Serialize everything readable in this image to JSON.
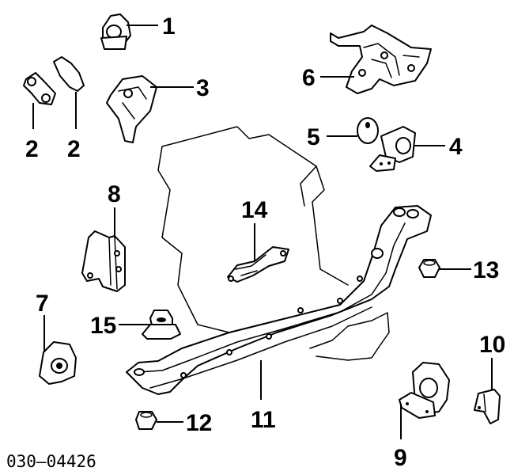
{
  "diagram": {
    "callouts": [
      {
        "id": "1",
        "label": "1"
      },
      {
        "id": "2a",
        "label": "2"
      },
      {
        "id": "2b",
        "label": "2"
      },
      {
        "id": "3",
        "label": "3"
      },
      {
        "id": "4",
        "label": "4"
      },
      {
        "id": "5",
        "label": "5"
      },
      {
        "id": "6",
        "label": "6"
      },
      {
        "id": "7",
        "label": "7"
      },
      {
        "id": "8",
        "label": "8"
      },
      {
        "id": "9",
        "label": "9"
      },
      {
        "id": "10",
        "label": "10"
      },
      {
        "id": "11",
        "label": "11"
      },
      {
        "id": "12",
        "label": "12"
      },
      {
        "id": "13",
        "label": "13"
      },
      {
        "id": "14",
        "label": "14"
      },
      {
        "id": "15",
        "label": "15"
      }
    ],
    "figure_code": "030–04426"
  }
}
